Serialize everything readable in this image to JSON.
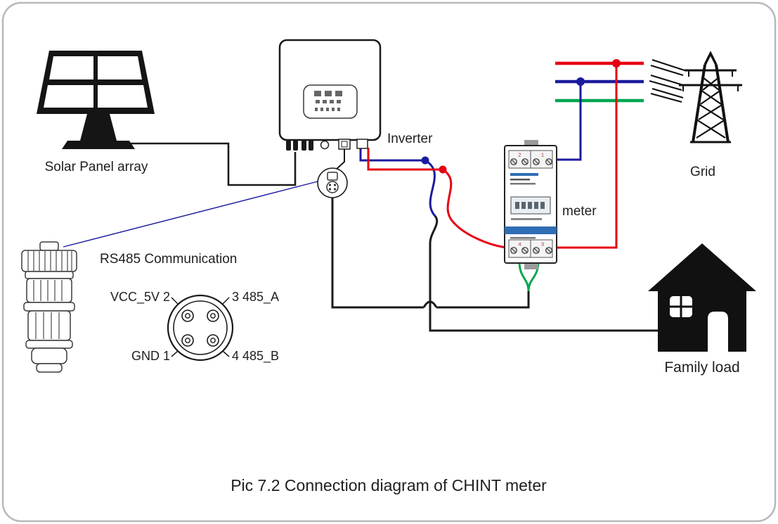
{
  "diagram": {
    "caption": "Pic 7.2 Connection diagram of CHINT meter",
    "labels": {
      "solar_panel": "Solar Panel array",
      "inverter": "Inverter",
      "grid": "Grid",
      "meter": "meter",
      "family_load": "Family load",
      "rs485_title": "RS485 Communication"
    },
    "pinout": {
      "pin2_label": "VCC_5V 2",
      "pin3_label": "3  485_A",
      "pin1_label": "GND 1",
      "pin4_label": "4  485_B"
    },
    "meter_terminals": {
      "top_left": "2",
      "top_right": "1",
      "bottom_left": "4",
      "bottom_right": "3"
    },
    "colors": {
      "line_red": "#e60012",
      "line_blue": "#1b1b9e",
      "line_green": "#00a651",
      "wire_black": "#1a1a1a",
      "meter_stripe": "#2f6db5"
    }
  }
}
